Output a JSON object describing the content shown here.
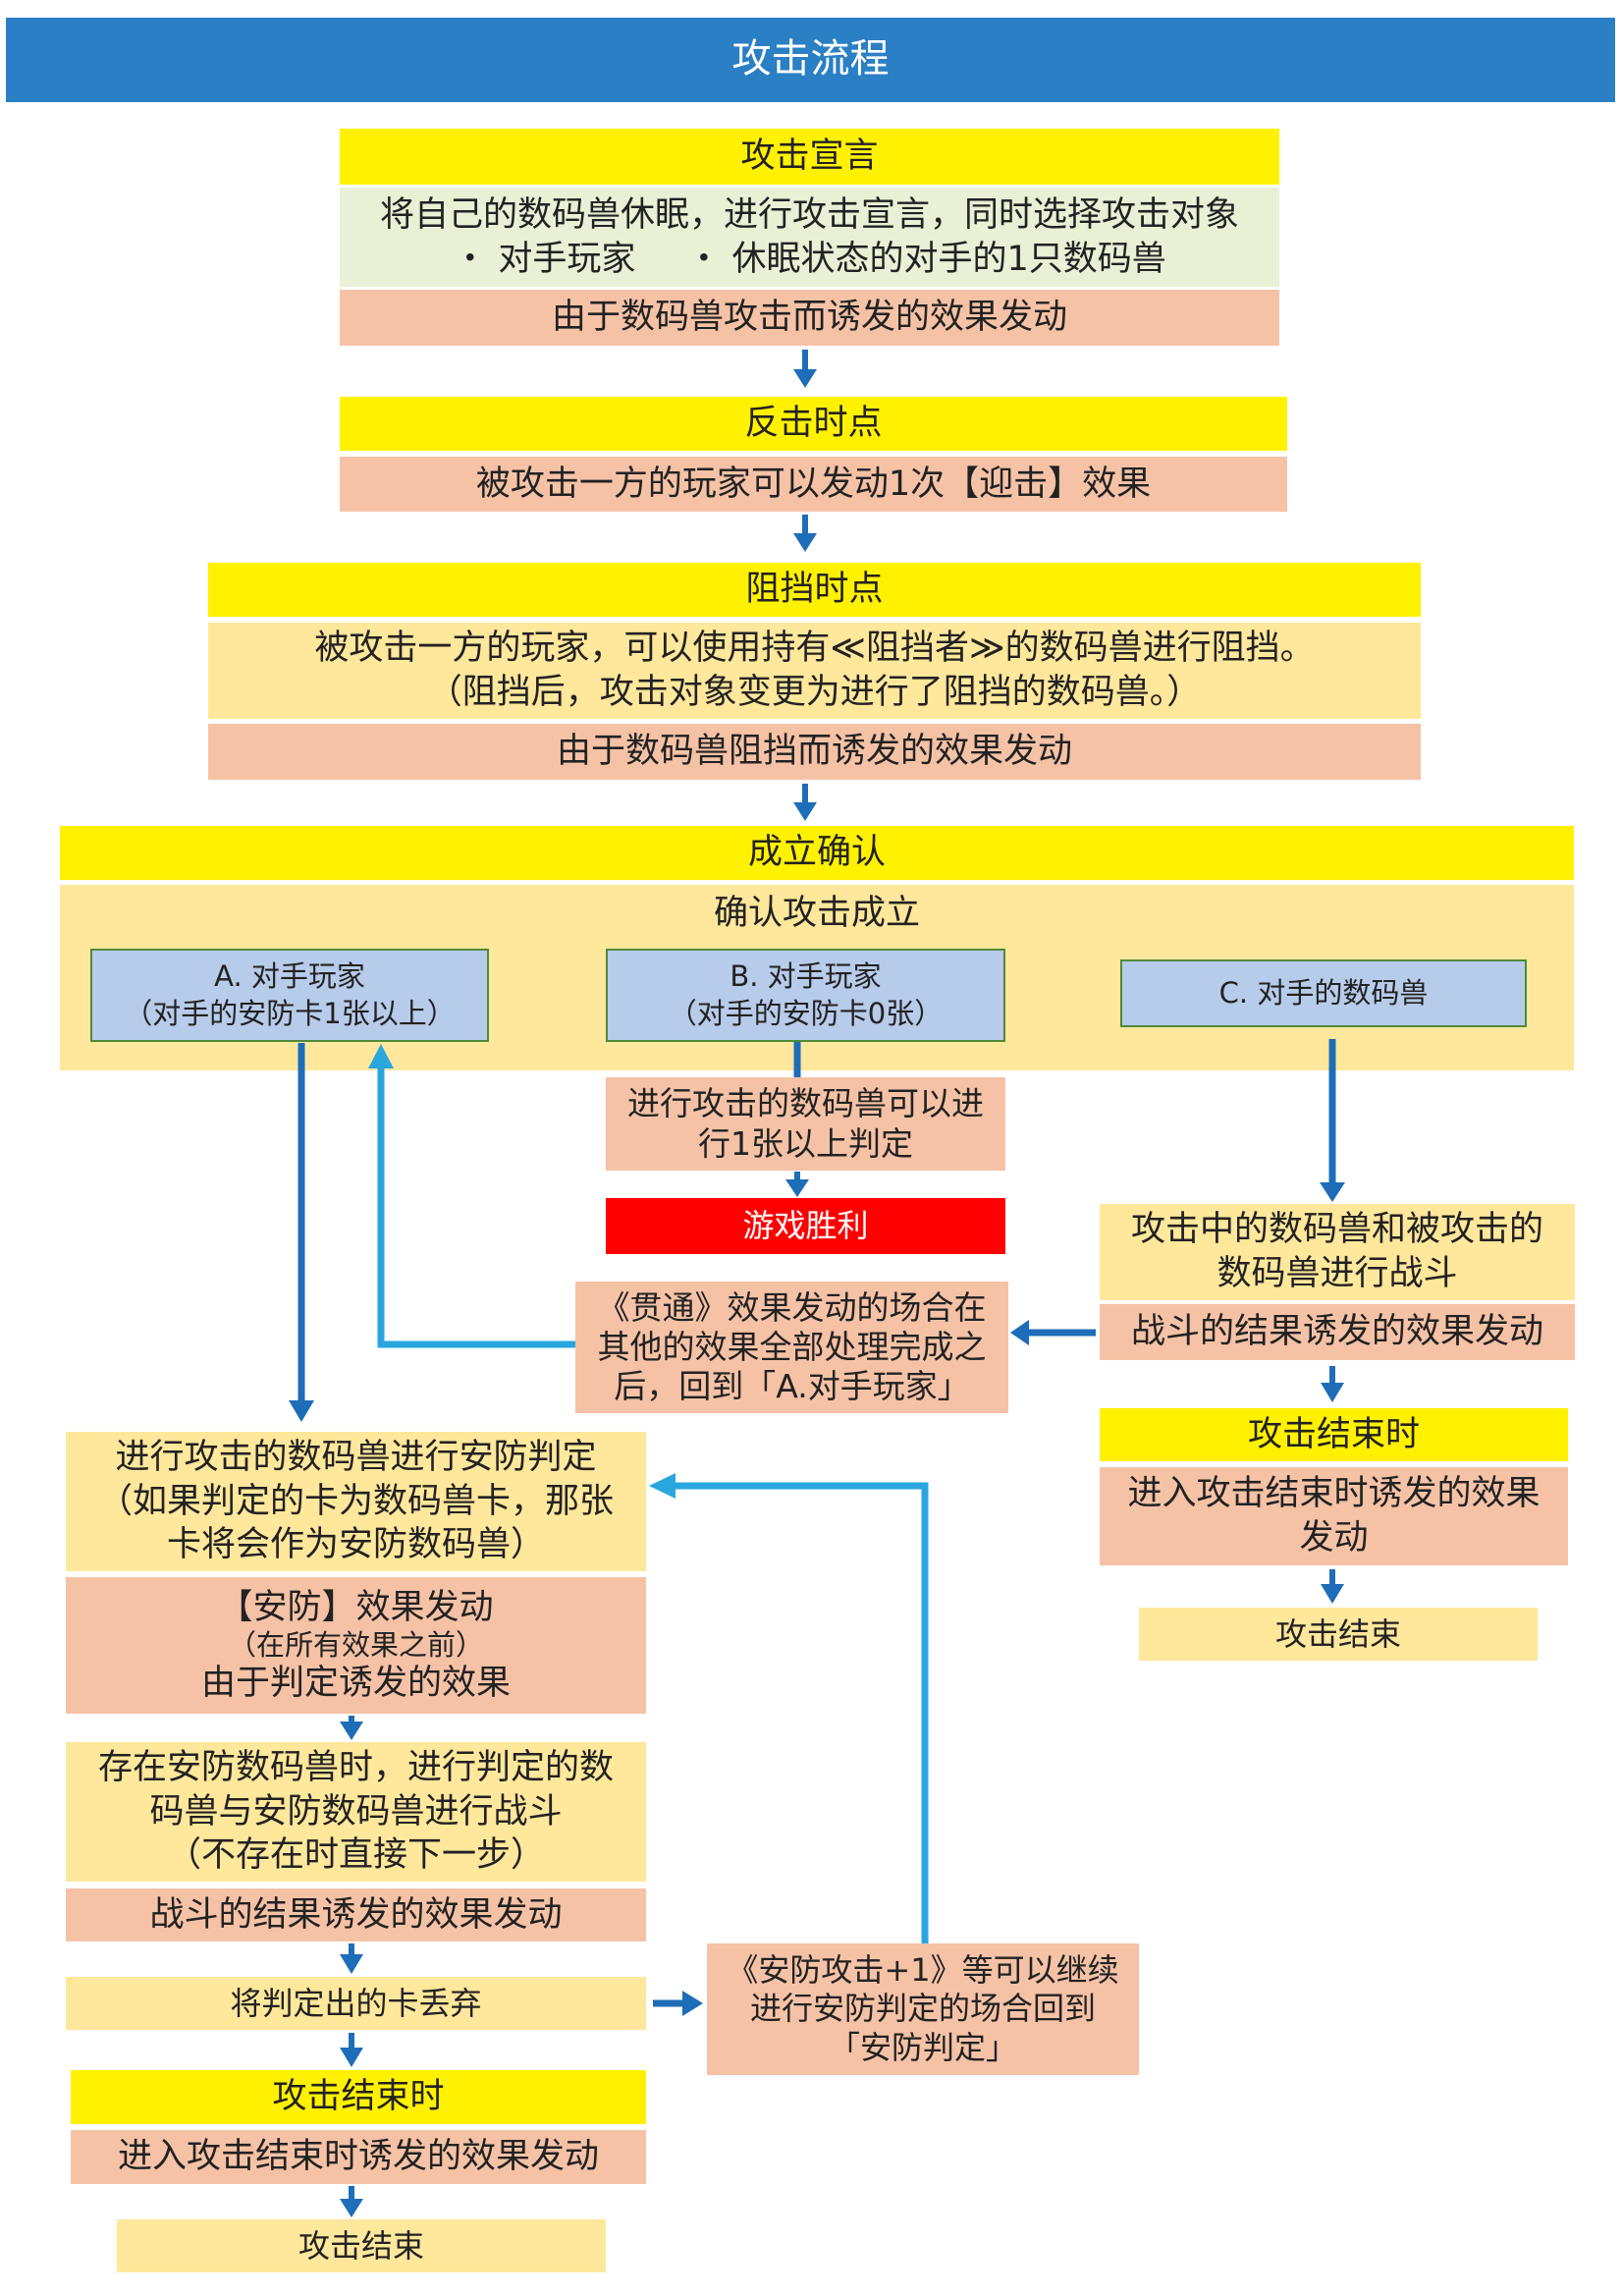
{
  "title": "攻击流程",
  "colors": {
    "header_blue": "#2B7FC4",
    "heading_yellow": "#FFF100",
    "desc_green": "#E8F0D5",
    "trigger_salmon": "#F5C2A6",
    "note_yellow": "#FFE79B",
    "branch_blue": "#B7CBEA",
    "branch_border": "#4F8A3B",
    "win_red": "#FF0000",
    "arrow_dark": "#1E6DB8",
    "arrow_light": "#2AA6DE"
  },
  "attack_declaration": {
    "heading": "攻击宣言",
    "description": "将自己的数码兽休眠，进行攻击宣言，同时选择攻击对象",
    "targets": [
      "・ 对手玩家",
      "・ 休眠状态的对手的1只数码兽"
    ],
    "trigger": "由于数码兽攻击而诱发的效果发动"
  },
  "counter_timing": {
    "heading": "反击时点",
    "description": "被攻击一方的玩家可以发动1次【迎击】效果"
  },
  "block_timing": {
    "heading": "阻挡时点",
    "description": [
      "被攻击一方的玩家，可以使用持有≪阻挡者≫的数码兽进行阻挡。",
      "（阻挡后，攻击对象变更为进行了阻挡的数码兽。）"
    ],
    "trigger": "由于数码兽阻挡而诱发的效果发动"
  },
  "confirmation": {
    "heading": "成立确认",
    "subheading": "确认攻击成立",
    "branch_a": [
      "A. 对手玩家",
      "（对手的安防卡1张以上）"
    ],
    "branch_b": [
      "B. 对手玩家",
      "（对手的安防卡0张）"
    ],
    "branch_c": "C. 对手的数码兽"
  },
  "branch_b_flow": {
    "check": [
      "进行攻击的数码兽可以进",
      "行1张以上判定"
    ],
    "result": "游戏胜利"
  },
  "branch_c_flow": {
    "battle": [
      "攻击中的数码兽和被攻击的",
      "数码兽进行战斗"
    ],
    "battle_trigger": "战斗的结果诱发的效果发动",
    "pierce_note": [
      "《贯通》效果发动的场合在",
      "其他的效果全部处理完成之",
      "后，回到「A.对手玩家」"
    ],
    "end_timing": "攻击结束时",
    "end_trigger": [
      "进入攻击结束时诱发的效果",
      "发动"
    ],
    "end": "攻击结束"
  },
  "branch_a_flow": {
    "security_check": [
      "进行攻击的数码兽进行安防判定",
      "（如果判定的卡为数码兽卡，那张",
      "卡将会作为安防数码兽）"
    ],
    "security_effect": [
      "【安防】效果发动",
      "（在所有效果之前）",
      "由于判定诱发的效果"
    ],
    "security_battle": [
      "存在安防数码兽时，进行判定的数",
      "码兽与安防数码兽进行战斗",
      "（不存在时直接下一步）"
    ],
    "battle_trigger": "战斗的结果诱发的效果发动",
    "discard": "将判定出的卡丢弃",
    "repeat_note": [
      "《安防攻击+1》等可以继续",
      "进行安防判定的场合回到",
      "「安防判定」"
    ],
    "end_timing": "攻击结束时",
    "end_trigger": "进入攻击结束时诱发的效果发动",
    "end": "攻击结束"
  }
}
